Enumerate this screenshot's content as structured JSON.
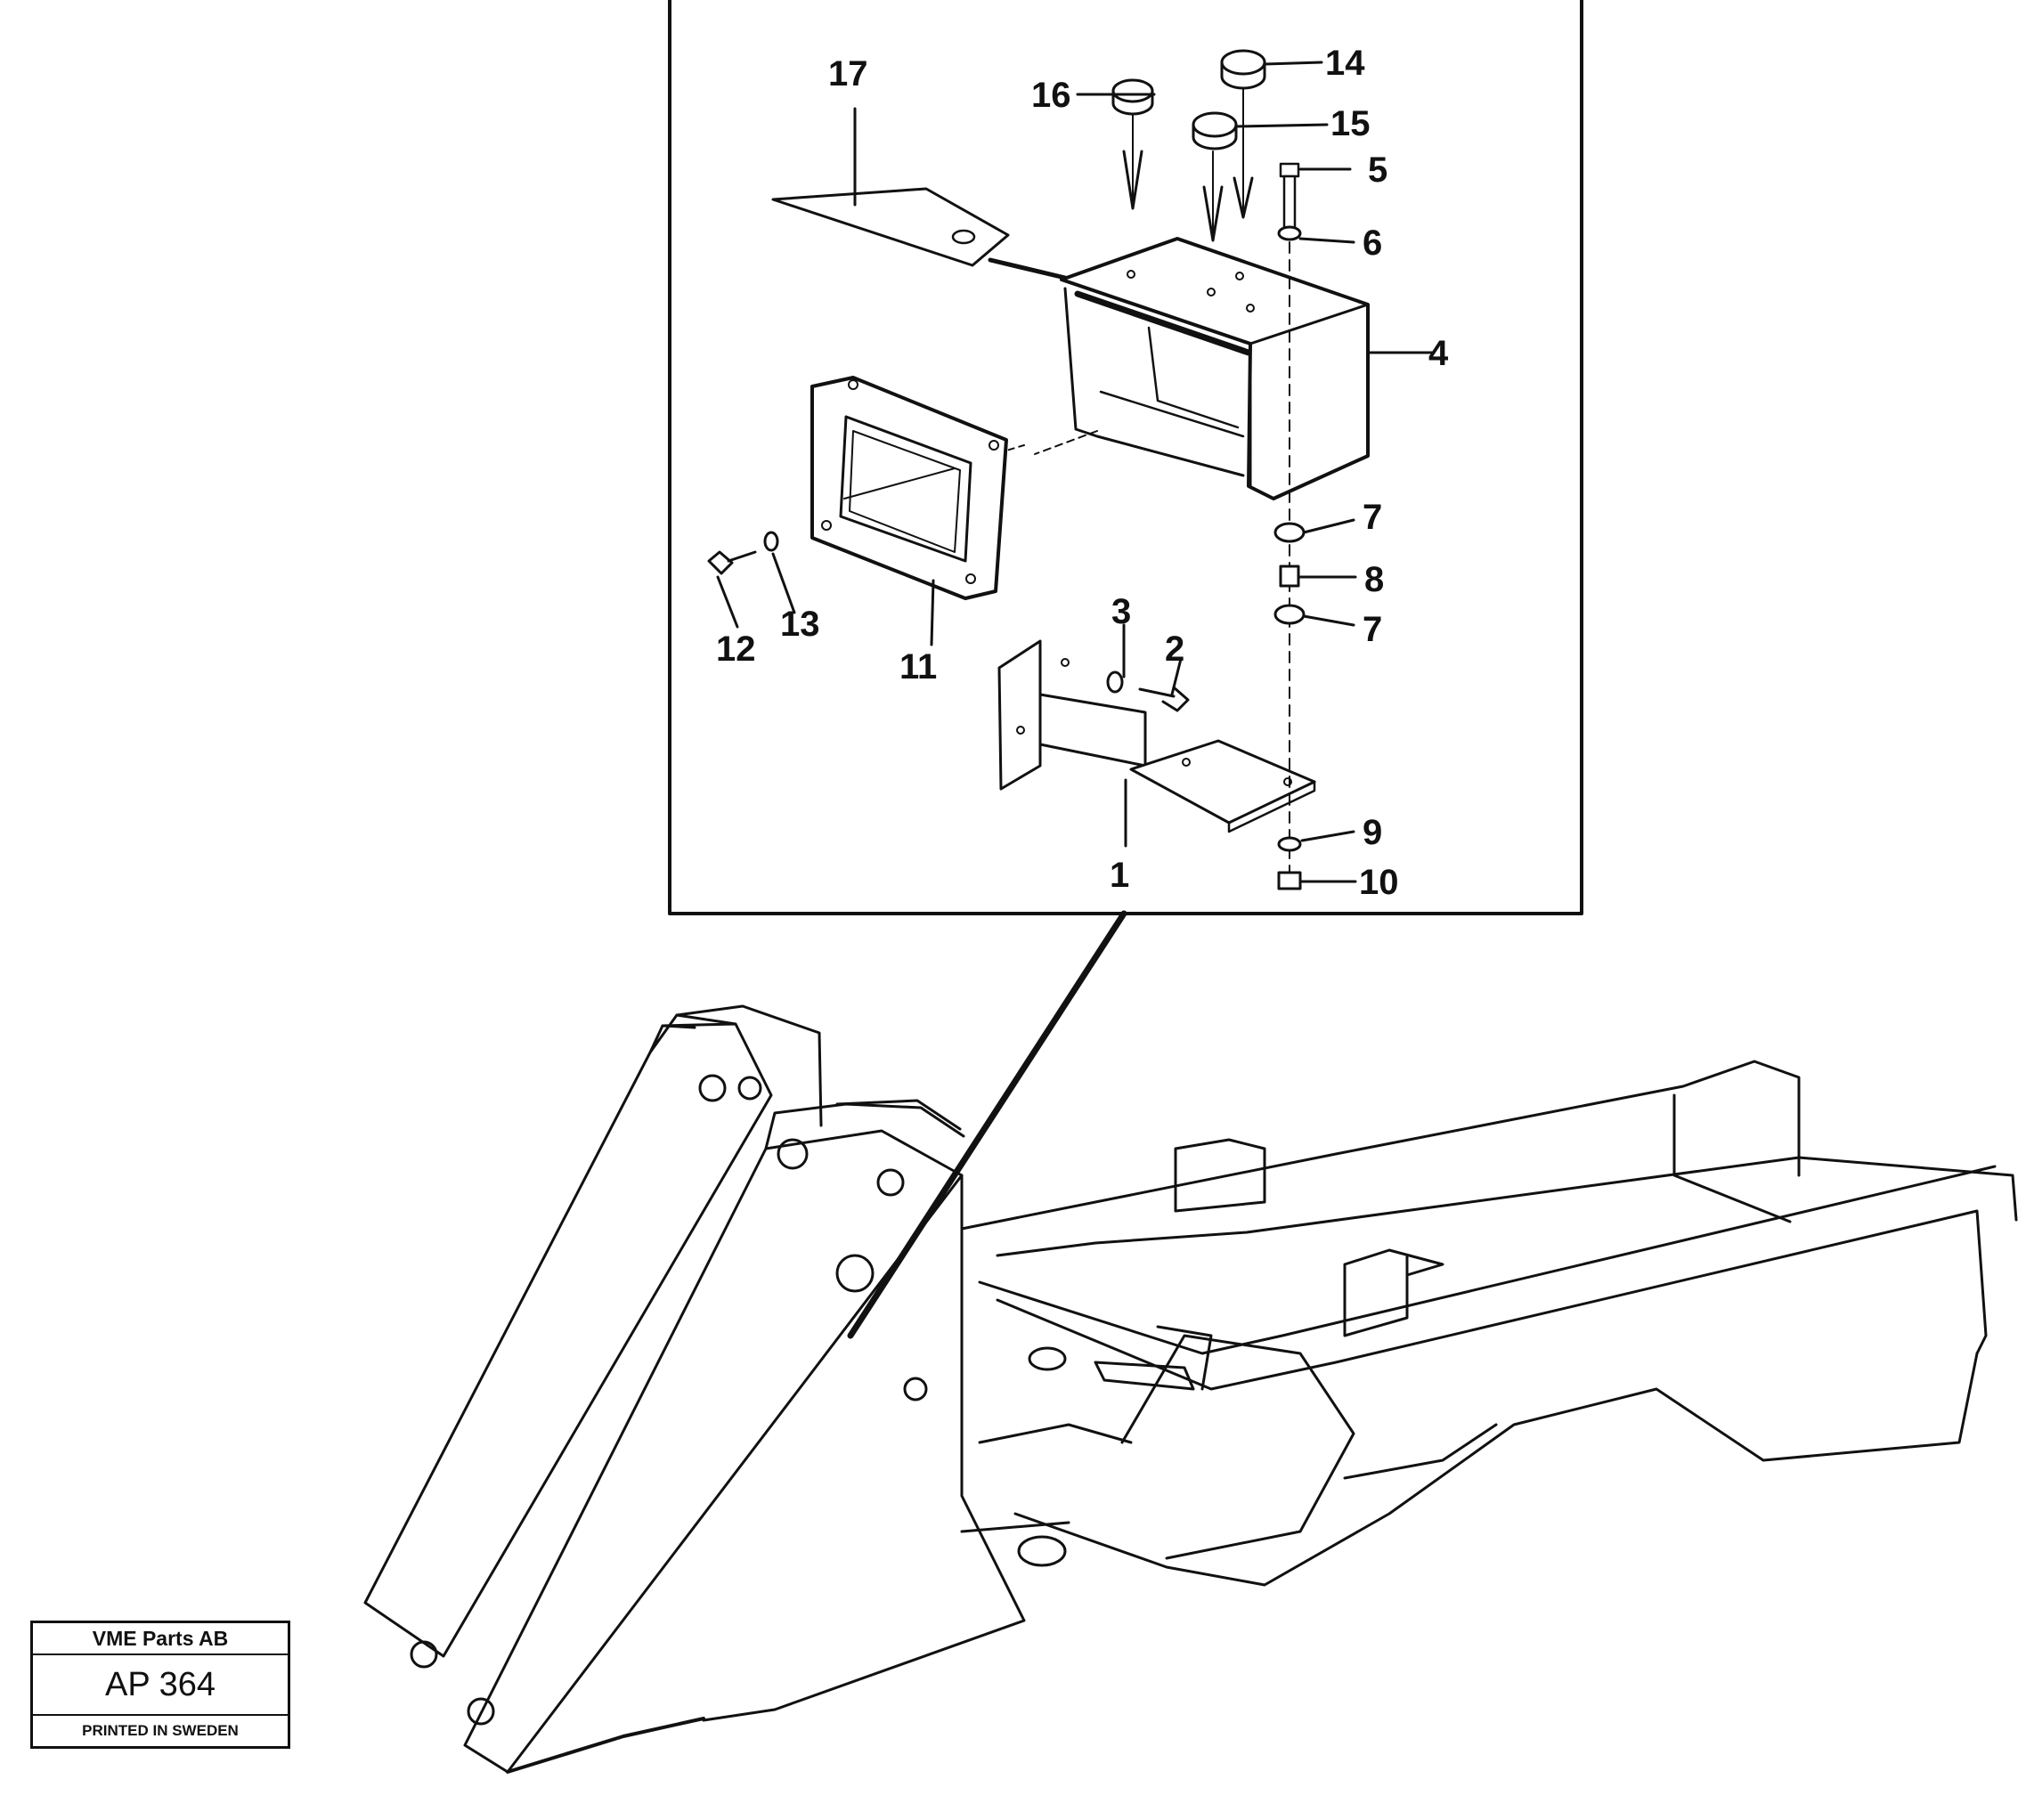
{
  "diagram": {
    "callouts": {
      "c1": "1",
      "c2": "2",
      "c3": "3",
      "c4": "4",
      "c5": "5",
      "c6": "6",
      "c7a": "7",
      "c7b": "7",
      "c8": "8",
      "c9": "9",
      "c10": "10",
      "c11": "11",
      "c12": "12",
      "c13": "13",
      "c14": "14",
      "c15": "15",
      "c16": "16",
      "c17": "17"
    }
  },
  "stamp": {
    "company": "VME Parts AB",
    "code": "AP 364",
    "printed": "PRINTED IN SWEDEN"
  }
}
